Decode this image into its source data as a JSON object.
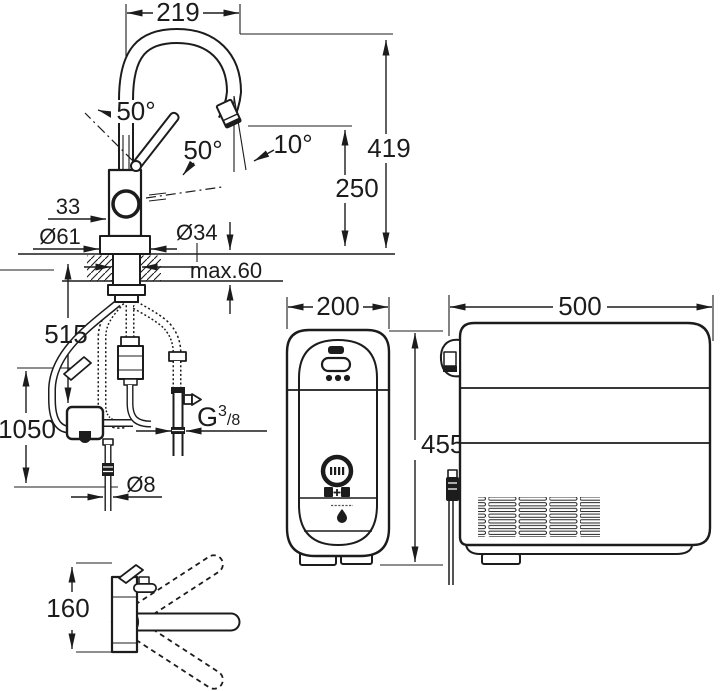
{
  "drawing": {
    "faucet_front": {
      "dim_spout_reach": "219",
      "dim_overall_height": "419",
      "dim_outlet_height": "250",
      "dim_handle_angle_side": "50°",
      "dim_handle_angle_front": "50°",
      "dim_outlet_angle": "10°",
      "dim_handle_width": "33",
      "dim_base_diameter": "Ø61",
      "dim_shank_diameter": "Ø34",
      "dim_deck_thickness": "max.60",
      "dim_pullout_hose_length": "515",
      "dim_supply_hose_length": "1050",
      "thread_label_g": "G",
      "thread_label_numerator": "3",
      "thread_label_denominator": "/8",
      "dim_supply_hose_diameter": "Ø8"
    },
    "faucet_top": {
      "dim_swivel_depth": "160"
    },
    "cooler_front": {
      "dim_width": "200",
      "dim_height": "455",
      "icons": [
        "status-led",
        "power-button",
        "indicator-dots",
        "filter-dial",
        "glasses-plus",
        "water-drop"
      ]
    },
    "cooler_side": {
      "dim_depth": "500",
      "icons": [
        "hose-hook",
        "vent-grille",
        "power-cable"
      ]
    }
  }
}
